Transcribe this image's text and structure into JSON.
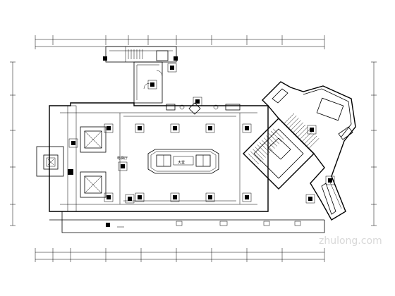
{
  "drawing": {
    "room_label_left": "电梯厅",
    "room_label_center": "大堂",
    "watermark": "zhulong.com"
  },
  "colors": {
    "line": "#000000",
    "hatch": "#000000",
    "watermark": "#d8d8d8"
  }
}
